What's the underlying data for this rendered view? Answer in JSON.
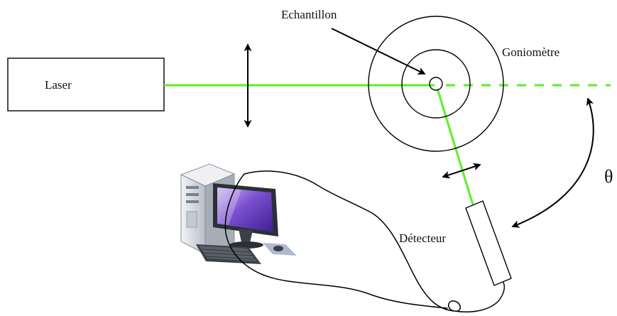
{
  "labels": {
    "laser": "Laser",
    "sample": "Echantillon",
    "goniometer": "Goniomètre",
    "detector": "Détecteur",
    "angle": "θ"
  },
  "icons": {
    "lens": "double-headed-vertical-arrow",
    "computer": "desktop-computer-icon",
    "detector_motion": "double-headed-arrow",
    "angle_arc": "curved-double-headed-arrow"
  },
  "colors": {
    "beam": "#66ee33",
    "outline": "#000000",
    "monitor_screen": "#6d3fc0",
    "tower": "#d9dce1",
    "keyboard": "#3b3f46"
  }
}
